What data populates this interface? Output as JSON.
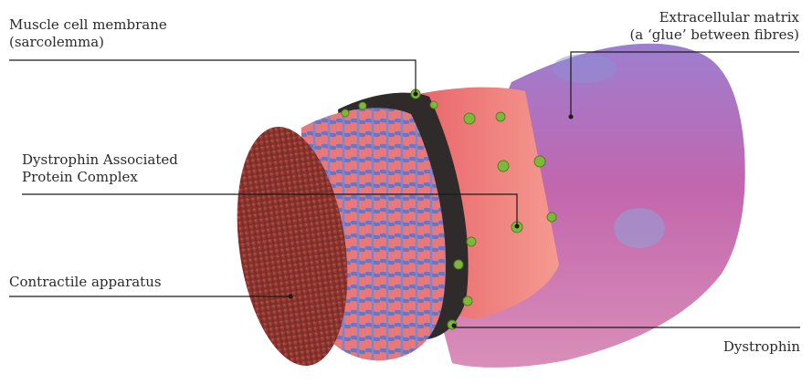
{
  "labels": {
    "membrane": {
      "line1": "Muscle cell membrane",
      "line2": "(sarcolemma)"
    },
    "matrix": {
      "line1": "Extracellular matrix",
      "line2": "(a ‘glue’ between fibres)"
    },
    "dapc": {
      "line1": "Dystrophin Associated",
      "line2": "Protein Complex"
    },
    "contractile": {
      "line1": "Contractile apparatus"
    },
    "dystrophin": {
      "line1": "Dystrophin"
    }
  },
  "colors": {
    "matrix": "#b45ca6",
    "membrane": "#f07a78",
    "blue_band": "#6a78c9",
    "cross_section": "#9a3b34",
    "green_dots": "#7eb83a",
    "dark_layer": "#2e2b2a",
    "leader_line": "#1a1a1a"
  }
}
